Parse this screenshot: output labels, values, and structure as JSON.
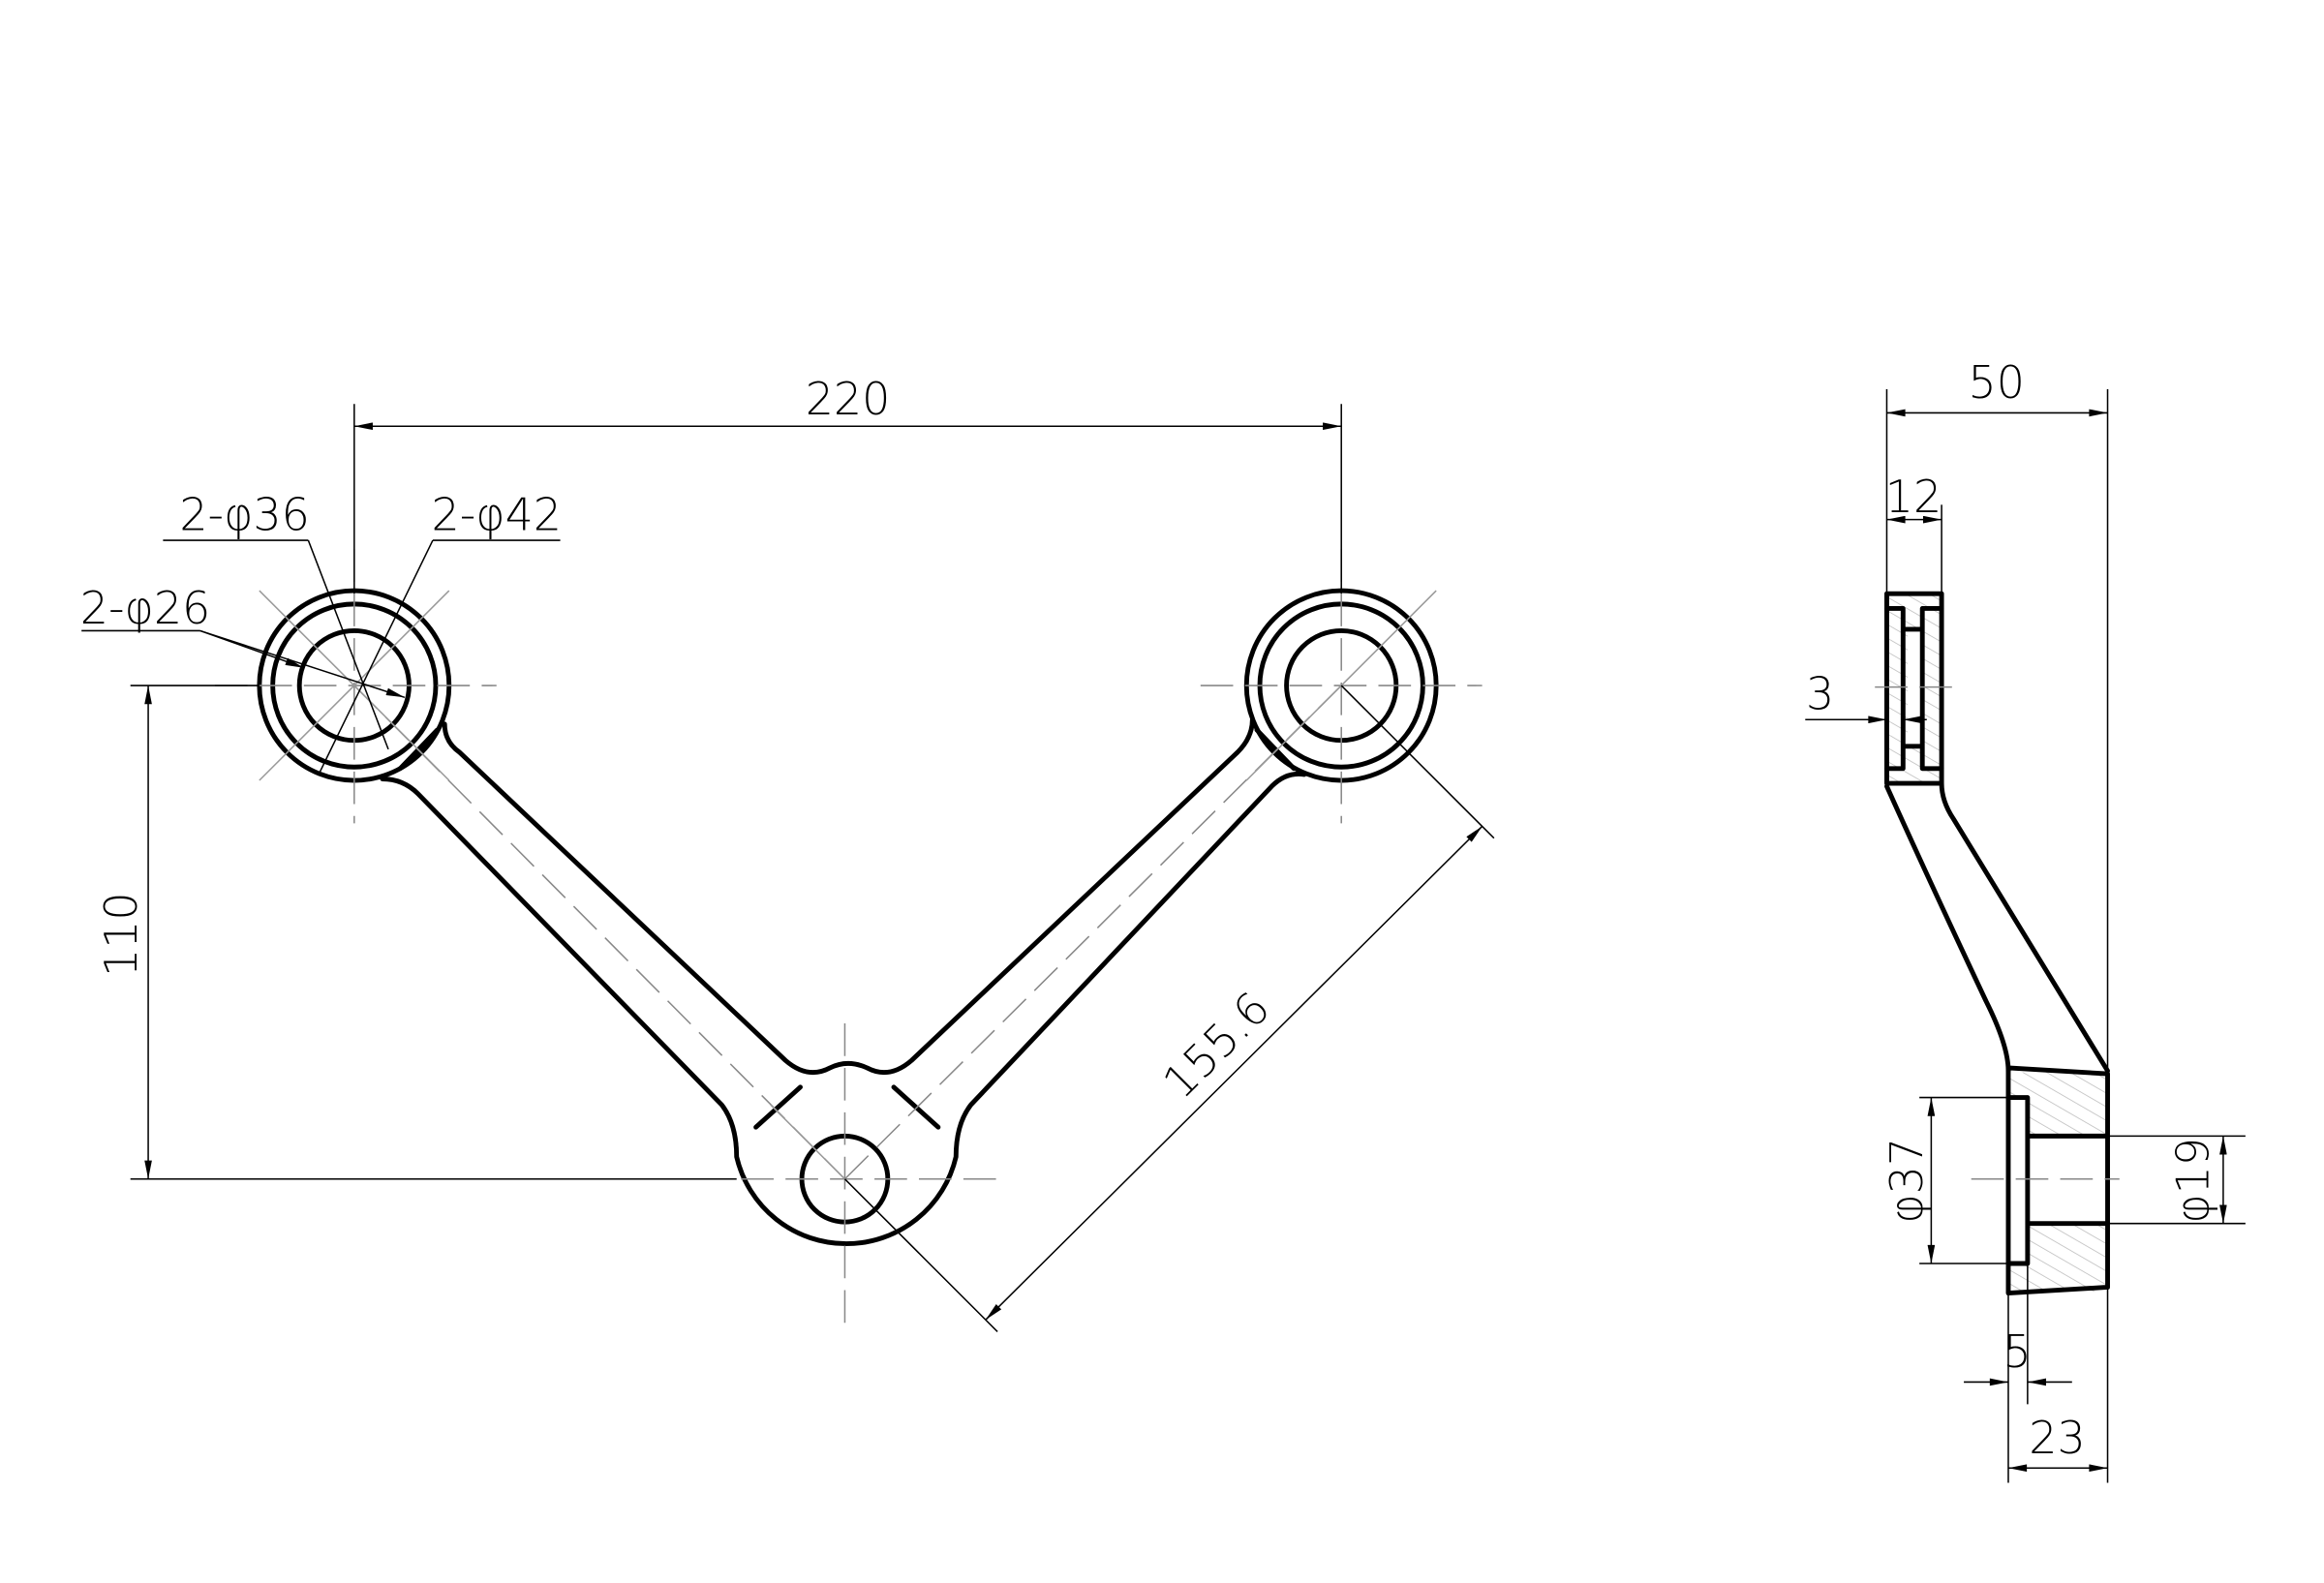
{
  "front_view": {
    "dim_span": "220",
    "dim_height": "110",
    "dim_arm": "155.6",
    "dim_hole_36": "2-φ36",
    "dim_hole_42": "2-φ42",
    "dim_hole_26": "2-φ26"
  },
  "side_view": {
    "dim_depth": "50",
    "dim_top_thickness": "12",
    "dim_wall": "3",
    "dim_counterbore": "φ37",
    "dim_bore": "φ19",
    "dim_counterbore_depth": "5",
    "dim_base_thickness": "23"
  }
}
